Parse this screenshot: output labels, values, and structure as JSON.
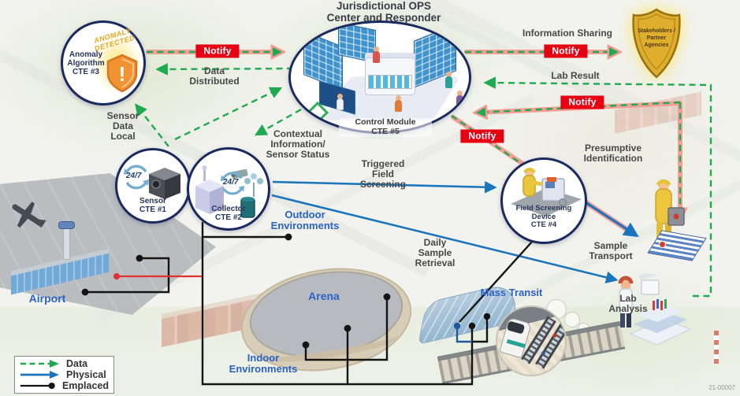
{
  "title": "Jurisdictional OPS\nCenter and Responder",
  "ops": {
    "module_label": "Control Module\nCTE #5"
  },
  "nodes": {
    "anomaly": {
      "label": "Anomaly\nAlgorithm\nCTE #3",
      "alert": "ANOMALY\nDETECTED"
    },
    "sensor": {
      "label": "Sensor\nCTE #1",
      "badge": "24/7"
    },
    "collector": {
      "label": "Collector\nCTE #2",
      "badge": "24/7"
    },
    "field_screening": {
      "label": "Field Screening\nDevice\nCTE #4"
    },
    "stakeholders": {
      "label": "Stakeholders /\nPartner\nAgencies"
    }
  },
  "flows": {
    "notify": "Notify",
    "information_sharing": "Information Sharing",
    "data_distributed": "Data\nDistributed",
    "sensor_data_local": "Sensor\nData\nLocal",
    "contextual": "Contextual\nInformation/\nSensor Status",
    "triggered": "Triggered\nField\nScreening",
    "daily_sample": "Daily\nSample\nRetrieval",
    "presumptive": "Presumptive\nIdentification",
    "sample_transport": "Sample\nTransport",
    "lab_result": "Lab Result",
    "lab_analysis": "Lab\nAnalysis"
  },
  "environments": {
    "outdoor": "Outdoor\nEnvironments",
    "indoor": "Indoor\nEnvironments",
    "airport": "Airport",
    "arena": "Arena",
    "mass_transit": "Mass Transit"
  },
  "legend": {
    "items": [
      {
        "label": "Data",
        "type": "data-dashed-green"
      },
      {
        "label": "Physical",
        "type": "physical-solid-blue"
      },
      {
        "label": "Emplaced",
        "type": "emplaced-black-dot"
      }
    ]
  },
  "colors": {
    "data_green": "#1faa50",
    "physical_blue": "#1b75bc",
    "emplaced_black": "#141414",
    "notify_red": "#e60012",
    "env_label_blue": "#2b62c6",
    "node_border_navy": "#1b2a5e",
    "badge_gold": "#dfae2e",
    "alert_orange": "#f09433"
  },
  "watermark": "21-00007"
}
